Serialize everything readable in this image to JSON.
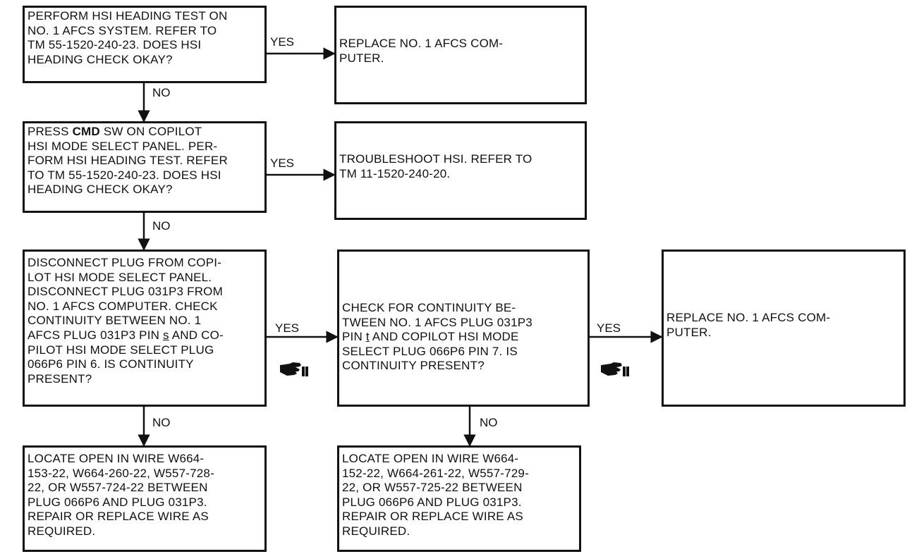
{
  "diagram": {
    "nodes": {
      "q1": {
        "lines": [
          "PERFORM HSI HEADING TEST ON",
          "NO. 1 AFCS SYSTEM. REFER TO",
          "TM 55-1520-240-23. DOES HSI",
          "HEADING CHECK OKAY?"
        ]
      },
      "a1": {
        "lines": [
          "REPLACE NO. 1 AFCS COM-",
          "PUTER."
        ]
      },
      "q2": {
        "line1_pre": "PRESS ",
        "line1_bold": "CMD",
        "line1_post": " SW ON COPILOT",
        "lines": [
          "HSI MODE SELECT PANEL. PER-",
          "FORM HSI HEADING TEST. REFER",
          "TO TM 55-1520-240-23. DOES HSI",
          "HEADING CHECK OKAY?"
        ]
      },
      "a2": {
        "lines": [
          "TROUBLESHOOT HSI. REFER TO",
          "TM 11-1520-240-20."
        ]
      },
      "q3": {
        "lines": [
          "DISCONNECT PLUG FROM COPI-",
          "LOT HSI MODE SELECT PANEL.",
          "DISCONNECT PLUG 031P3 FROM",
          "NO. 1 AFCS COMPUTER. CHECK",
          "CONTINUITY BETWEEN NO. 1"
        ],
        "pin_pre": "AFCS PLUG 031P3 PIN ",
        "pin_u": "s",
        "pin_post": " AND CO-",
        "lines_after": [
          "PILOT HSI MODE SELECT PLUG",
          "066P6 PIN 6. IS CONTINUITY",
          "PRESENT?"
        ]
      },
      "q4": {
        "line1": "CHECK FOR CONTINUITY BE-",
        "line2": "TWEEN NO. 1 AFCS PLUG 031P3",
        "pin_pre": "PIN ",
        "pin_u": "t",
        "pin_post": " AND COPILOT HSI MODE",
        "lines_after": [
          "SELECT PLUG 066P6 PIN 7. IS",
          "CONTINUITY PRESENT?"
        ]
      },
      "a3": {
        "lines": [
          "REPLACE NO. 1 AFCS COM-",
          "PUTER."
        ]
      },
      "r1": {
        "lines": [
          "LOCATE OPEN IN WIRE W664-",
          "153-22, W664-260-22, W557-728-",
          "22, OR W557-724-22 BETWEEN",
          "PLUG 066P6 AND PLUG 031P3.",
          "REPAIR OR REPLACE WIRE AS",
          "REQUIRED."
        ]
      },
      "r2": {
        "lines": [
          "LOCATE OPEN IN WIRE W664-",
          "152-22, W664-261-22, W557-729-",
          "22, OR W557-725-22 BETWEEN",
          "PLUG 066P6 AND PLUG 031P3.",
          "REPAIR OR REPLACE WIRE AS",
          "REQUIRED."
        ]
      }
    },
    "labels": {
      "yes": "YES",
      "no": "NO"
    },
    "icons": [
      "pointing-hand-icon",
      "pointing-hand-icon"
    ],
    "colors": {
      "ink": "#111111",
      "paper": "#ffffff"
    }
  }
}
